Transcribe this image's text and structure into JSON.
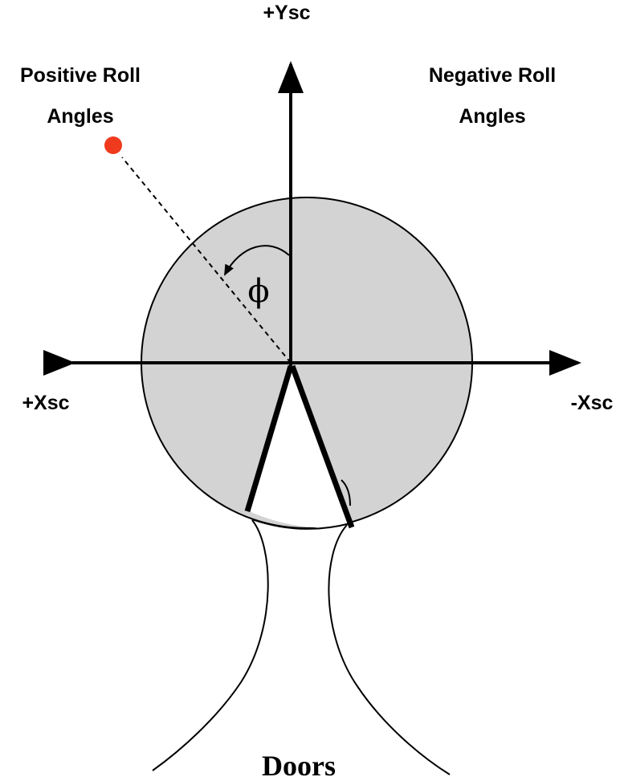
{
  "labels": {
    "plus_ysc": "+Ysc",
    "plus_xsc": "+Xsc",
    "minus_xsc": "-Xsc",
    "positive_roll_line1": "Positive Roll",
    "positive_roll_line2": "Angles",
    "negative_roll_line1": "Negative Roll",
    "negative_roll_line2": "Angles",
    "phi": "ϕ",
    "doors": "Doors"
  },
  "colors": {
    "disc_fill": "#d3d3d3",
    "marker": "#f03a1e",
    "stroke": "#000000"
  }
}
